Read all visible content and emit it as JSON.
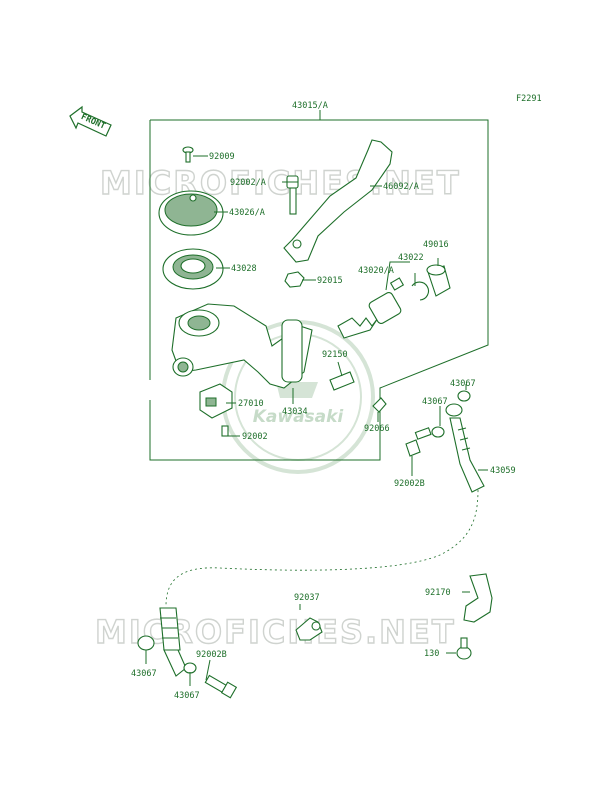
{
  "diagram": {
    "figure_code": "F2291",
    "front_label": "FRONT",
    "watermark": "MICROFICHES.NET",
    "logo_text": "Kawasaki",
    "parts": [
      {
        "id": "p-43015A",
        "label": "43015/A"
      },
      {
        "id": "p-92009",
        "label": "92009"
      },
      {
        "id": "p-92002A",
        "label": "92002/A"
      },
      {
        "id": "p-46092A",
        "label": "46092/A"
      },
      {
        "id": "p-43026A",
        "label": "43026/A"
      },
      {
        "id": "p-43028",
        "label": "43028"
      },
      {
        "id": "p-92015",
        "label": "92015"
      },
      {
        "id": "p-43020A",
        "label": "43020/A"
      },
      {
        "id": "p-43022",
        "label": "43022"
      },
      {
        "id": "p-49016",
        "label": "49016"
      },
      {
        "id": "p-92150",
        "label": "92150"
      },
      {
        "id": "p-27010",
        "label": "27010"
      },
      {
        "id": "p-43034",
        "label": "43034"
      },
      {
        "id": "p-92066",
        "label": "92066"
      },
      {
        "id": "p-92002",
        "label": "92002"
      },
      {
        "id": "p-43067-a",
        "label": "43067"
      },
      {
        "id": "p-43067-b",
        "label": "43067"
      },
      {
        "id": "p-92002B-a",
        "label": "92002B"
      },
      {
        "id": "p-43059",
        "label": "43059"
      },
      {
        "id": "p-92037",
        "label": "92037"
      },
      {
        "id": "p-92170",
        "label": "92170"
      },
      {
        "id": "p-130",
        "label": "130"
      },
      {
        "id": "p-43067-c",
        "label": "43067"
      },
      {
        "id": "p-92002B-b",
        "label": "92002B"
      },
      {
        "id": "p-43067-d",
        "label": "43067"
      }
    ]
  }
}
